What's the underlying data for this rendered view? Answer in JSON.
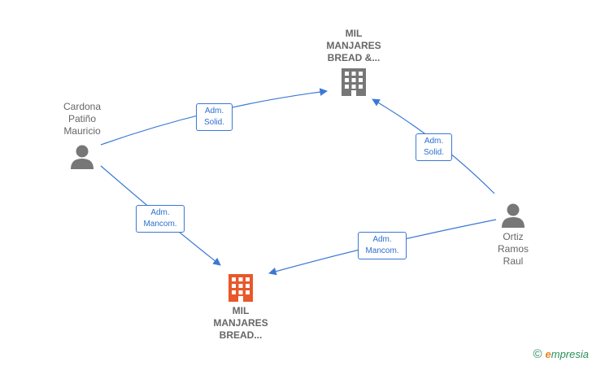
{
  "nodes": {
    "company_top": {
      "lines": [
        "MIL",
        "MANJARES",
        "BREAD &..."
      ],
      "icon": "building-icon",
      "color": "#777777"
    },
    "company_bottom": {
      "lines": [
        "MIL",
        "MANJARES",
        "BREAD..."
      ],
      "icon": "building-icon",
      "color": "#e8582a"
    },
    "person_left": {
      "lines": [
        "Cardona",
        "Patiño",
        "Mauricio"
      ],
      "icon": "person-icon",
      "color": "#777777"
    },
    "person_right": {
      "lines": [
        "Ortiz",
        "Ramos",
        "Raul"
      ],
      "icon": "person-icon",
      "color": "#777777"
    }
  },
  "edges": {
    "left_top": {
      "lines": [
        "Adm.",
        "Solid."
      ]
    },
    "left_bottom": {
      "lines": [
        "Adm.",
        "Mancom."
      ]
    },
    "right_top": {
      "lines": [
        "Adm.",
        "Solid."
      ]
    },
    "right_bottom": {
      "lines": [
        "Adm.",
        "Mancom."
      ]
    }
  },
  "colors": {
    "edge": "#3a78d4",
    "label_text": "#2d6fcf"
  },
  "brand": {
    "copyright": "©",
    "first_letter": "e",
    "rest": "mpresia"
  }
}
